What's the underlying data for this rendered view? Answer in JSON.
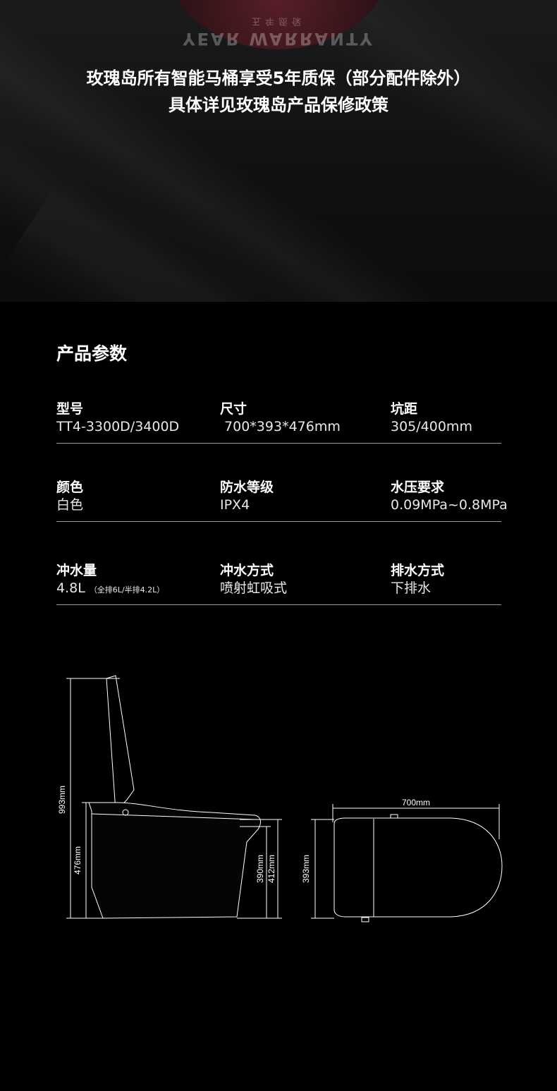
{
  "banner": {
    "badge_en": "YEAR WARRANTY",
    "badge_cn": "五年质保",
    "line1": "玫瑰岛所有智能马桶享受5年质保（部分配件除外）",
    "line2": "具体详见玫瑰岛产品保修政策"
  },
  "specs": {
    "title": "产品参数",
    "rows": [
      [
        {
          "label": "型号",
          "value": "TT4-3300D/3400D"
        },
        {
          "label": "尺寸",
          "value": " 700*393*476mm"
        },
        {
          "label": "坑距",
          "value": "305/400mm"
        }
      ],
      [
        {
          "label": "颜色",
          "value": "白色"
        },
        {
          "label": "防水等级",
          "value": "IPX4"
        },
        {
          "label": "水压要求",
          "value": "0.09MPa~0.8MPa"
        }
      ],
      [
        {
          "label": "冲水量",
          "value": "4.8L",
          "note": "（全排6L/半排4.2L）"
        },
        {
          "label": "冲水方式",
          "value": "喷射虹吸式"
        },
        {
          "label": "排水方式",
          "value": "下排水"
        }
      ]
    ]
  },
  "diagram": {
    "height_total": "993mm",
    "height_seat": "476mm",
    "height_390": "390mm",
    "height_412": "412mm",
    "width_top": "700mm",
    "depth_top": "393mm"
  }
}
